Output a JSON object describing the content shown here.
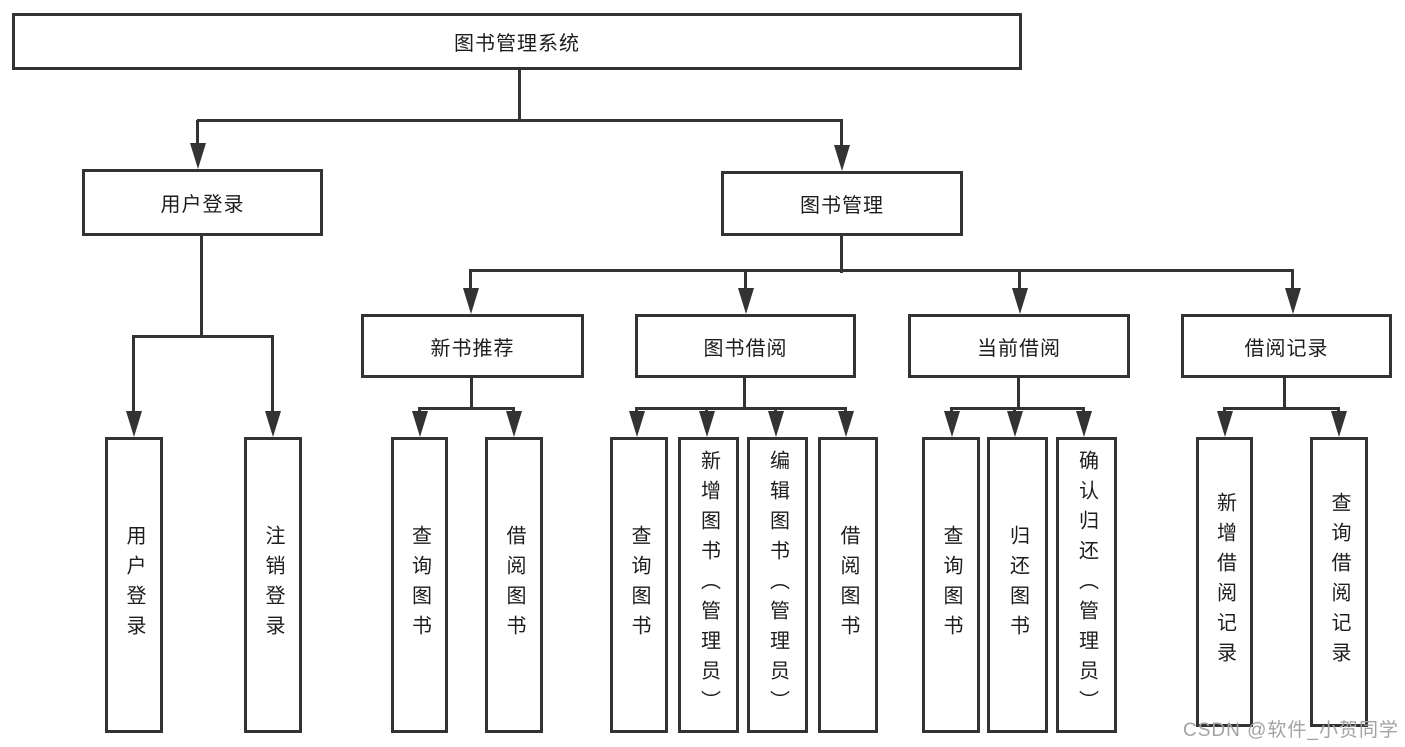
{
  "diagram": {
    "root": {
      "label": "图书管理系统"
    },
    "level2": [
      {
        "label": "用户登录"
      },
      {
        "label": "图书管理"
      }
    ],
    "level3": [
      {
        "label": "新书推荐"
      },
      {
        "label": "图书借阅"
      },
      {
        "label": "当前借阅"
      },
      {
        "label": "借阅记录"
      }
    ],
    "leaves": {
      "user_login": [
        {
          "label": "用户登录"
        },
        {
          "label": "注销登录"
        }
      ],
      "new_book": [
        {
          "label": "查询图书"
        },
        {
          "label": "借阅图书"
        }
      ],
      "book_borrow": [
        {
          "label": "查询图书"
        },
        {
          "label": "新增图书（管理员）"
        },
        {
          "label": "编辑图书（管理员）"
        },
        {
          "label": "借阅图书"
        }
      ],
      "current_borrow": [
        {
          "label": "查询图书"
        },
        {
          "label": "归还图书"
        },
        {
          "label": "确认归还（管理员）"
        }
      ],
      "borrow_record": [
        {
          "label": "新增借阅记录"
        },
        {
          "label": "查询借阅记录"
        }
      ]
    }
  },
  "watermark": {
    "text": "CSDN @软件_小贺同学"
  },
  "colors": {
    "line": "#333333",
    "text": "#1d1d1d",
    "watermark": "#a3a3a3",
    "background": "#ffffff"
  }
}
